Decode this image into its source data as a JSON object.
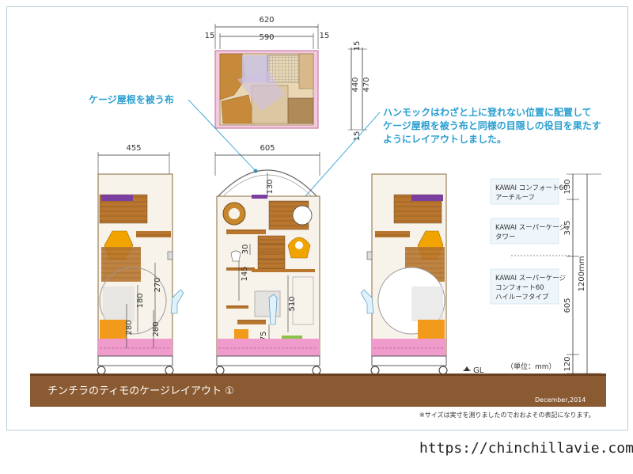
{
  "top_view": {
    "width_total": "620",
    "width_inner": "590",
    "margin_left": "15",
    "margin_right": "15",
    "depth_top": "15",
    "depth_inner": "440",
    "depth_total": "470",
    "depth_bottom": "15"
  },
  "callouts": {
    "roof_cloth": "ケージ屋根を被う布",
    "hammock_line1": "ハンモックはわざと上に登れない位置に配置して",
    "hammock_line2": "ケージ屋根を被う布と同様の目隠しの役目を果たす",
    "hammock_line3": "ようにレイアウトしました。"
  },
  "side_view": {
    "width": "455",
    "dim_270": "270",
    "dim_180": "180",
    "dim_280a": "280",
    "dim_280b": "280"
  },
  "front_view": {
    "width": "605",
    "dim_130": "130",
    "dim_145": "145",
    "dim_30": "30",
    "dim_510": "510",
    "dim_175": "175"
  },
  "legend": {
    "arch_roof": [
      "KAWAI コンフォート60",
      "アーチルーフ"
    ],
    "super_tower": [
      "KAWAI スーパーケージ",
      "タワー"
    ],
    "high_roof": [
      "KAWAI スーパーケージ",
      "コンフォート60",
      "ハイルーフタイプ"
    ]
  },
  "height_dims": {
    "d130": "130",
    "d345": "345",
    "d605": "605",
    "d120": "120",
    "total": "1200mm",
    "gl": "GL",
    "unit": "（単位：mm）"
  },
  "footer": {
    "title": "チンチラのティモのケージレイアウト ①",
    "date": "December,2014",
    "note": "※サイズは実寸を測りましたのでおおよその表記になります。",
    "url": "https://chinchillavie.com/"
  }
}
